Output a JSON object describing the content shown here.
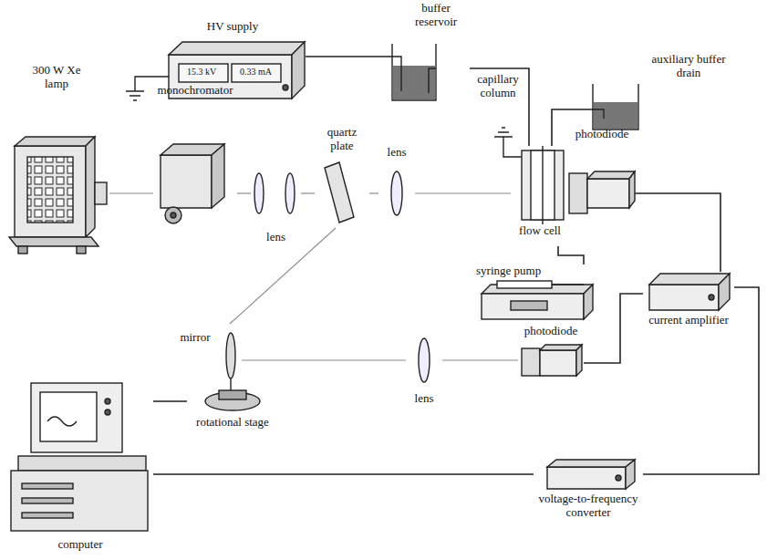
{
  "diagram": {
    "nodes": [
      {
        "text": [
          "300 W Xe lamp"
        ]
      },
      {
        "text": [
          "monochromator"
        ]
      },
      {
        "text": [
          "lens"
        ]
      },
      {
        "text": [
          "quartz plate"
        ]
      },
      {
        "text": [
          "lens"
        ]
      },
      {
        "text": [
          "flow cell"
        ]
      },
      {
        "text": [
          "photodiode"
        ]
      },
      {
        "text": [
          "HV supply"
        ]
      },
      {
        "text": [
          "buffer reservoir"
        ]
      },
      {
        "text": [
          "auxiliary buffer drain"
        ]
      },
      {
        "text": [
          "syringe pump"
        ]
      },
      {
        "text": [
          "mirror"
        ]
      },
      {
        "text": [
          "rotational stage"
        ]
      },
      {
        "text": [
          "lens"
        ]
      },
      {
        "text": [
          "photodiode"
        ]
      },
      {
        "text": [
          "current amplifier"
        ]
      },
      {
        "text": [
          "voltage-to-frequency converter"
        ]
      },
      {
        "text": [
          "computer"
        ]
      }
    ],
    "edges": [
      {
        "from": 0,
        "to": 1,
        "arrow": "none"
      },
      {
        "from": 1,
        "to": 2,
        "arrow": "none"
      },
      {
        "from": 2,
        "to": 3,
        "arrow": "none"
      },
      {
        "from": 3,
        "to": 4,
        "arrow": "none"
      },
      {
        "from": 4,
        "to": 5,
        "arrow": "none"
      },
      {
        "from": 3,
        "to": 11,
        "arrow": "none"
      },
      {
        "from": 11,
        "to": 13,
        "arrow": "none"
      },
      {
        "from": 13,
        "to": 14,
        "arrow": "none"
      },
      {
        "from": 7,
        "to": 8,
        "arrow": "none"
      },
      {
        "from": 8,
        "to": 5,
        "label": "capillary column",
        "arrow": "none"
      },
      {
        "from": 5,
        "to": 9,
        "arrow": "none"
      },
      {
        "from": 10,
        "to": 5,
        "arrow": "none"
      },
      {
        "from": 6,
        "to": 15,
        "arrow": "none"
      },
      {
        "from": 14,
        "to": 15,
        "arrow": "none"
      },
      {
        "from": 15,
        "to": 16,
        "arrow": "none"
      },
      {
        "from": 16,
        "to": 17,
        "arrow": "none"
      },
      {
        "from": 17,
        "to": 12,
        "arrow": "none"
      }
    ],
    "labels": [
      "15.3 kV",
      "0.33 mA"
    ]
  }
}
